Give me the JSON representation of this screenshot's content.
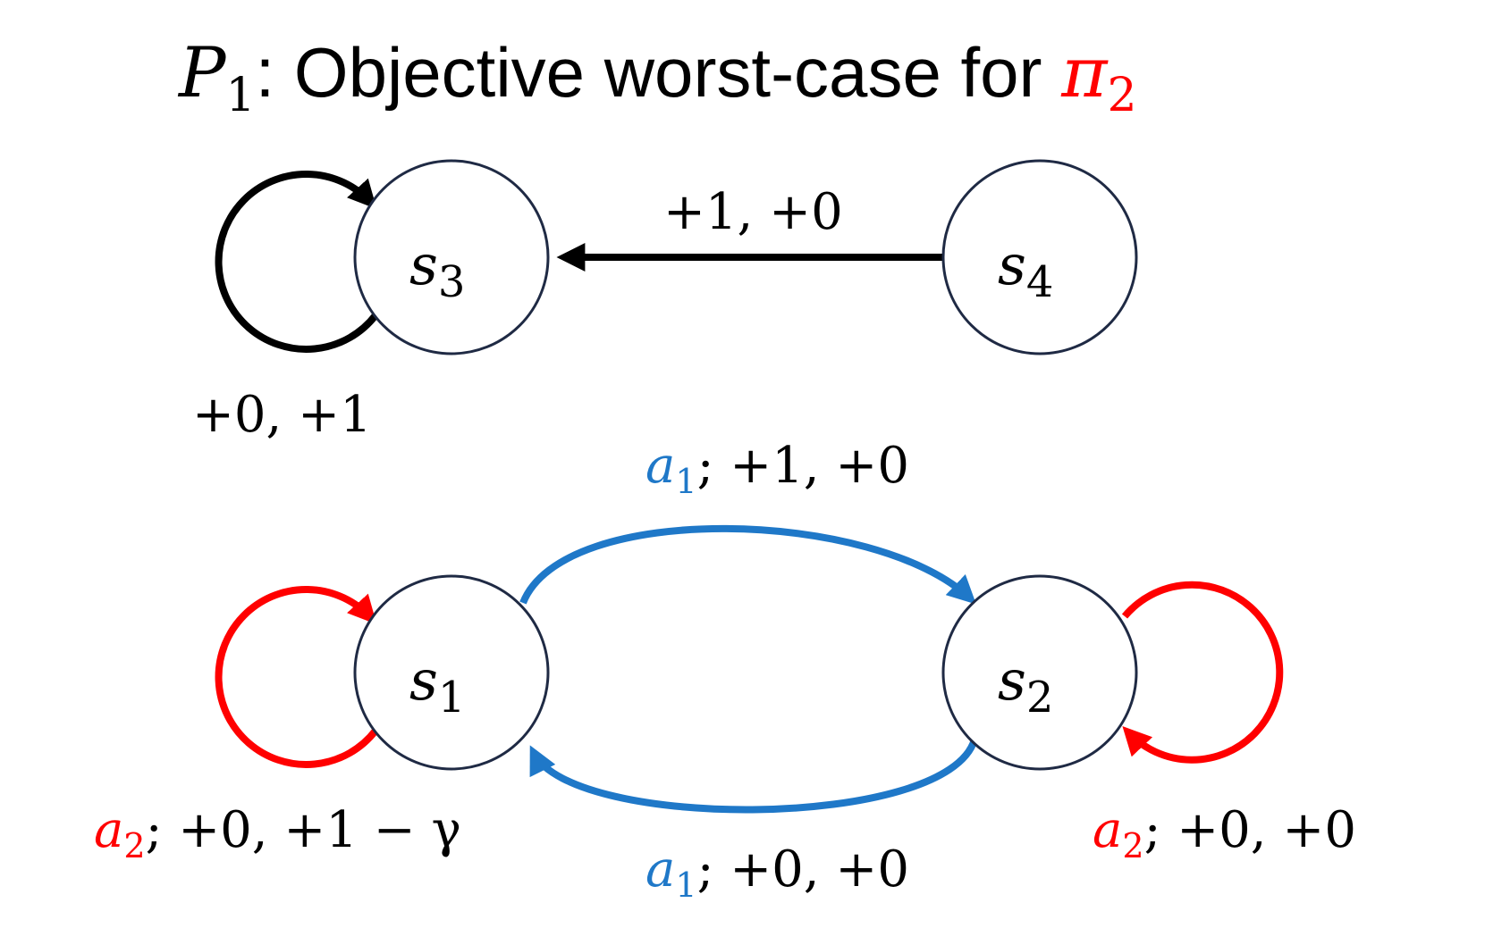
{
  "title": {
    "prefix_symbol": "P",
    "prefix_subscript": "1",
    "text": ": Objective worst-case for ",
    "policy_symbol": "π",
    "policy_subscript": "2"
  },
  "colors": {
    "black": "#000000",
    "blue": "#1f78c8",
    "red": "#ff0000",
    "node_stroke": "#1f2a44"
  },
  "nodes": [
    {
      "id": "s3",
      "symbol": "s",
      "subscript": "3"
    },
    {
      "id": "s4",
      "symbol": "s",
      "subscript": "4"
    },
    {
      "id": "s1",
      "symbol": "s",
      "subscript": "1"
    },
    {
      "id": "s2",
      "symbol": "s",
      "subscript": "2"
    }
  ],
  "edges": {
    "s4_to_s3": {
      "label": "+1, +0"
    },
    "s3_self": {
      "label": "+0, +1"
    },
    "s1_to_s2": {
      "action": "a",
      "action_sub": "1",
      "label": "; +1, +0"
    },
    "s2_to_s1": {
      "action": "a",
      "action_sub": "1",
      "label": "; +0, +0"
    },
    "s1_self": {
      "action": "a",
      "action_sub": "2",
      "label": "; +0, +1 − γ"
    },
    "s2_self": {
      "action": "a",
      "action_sub": "2",
      "label": "; +0, +0"
    }
  }
}
